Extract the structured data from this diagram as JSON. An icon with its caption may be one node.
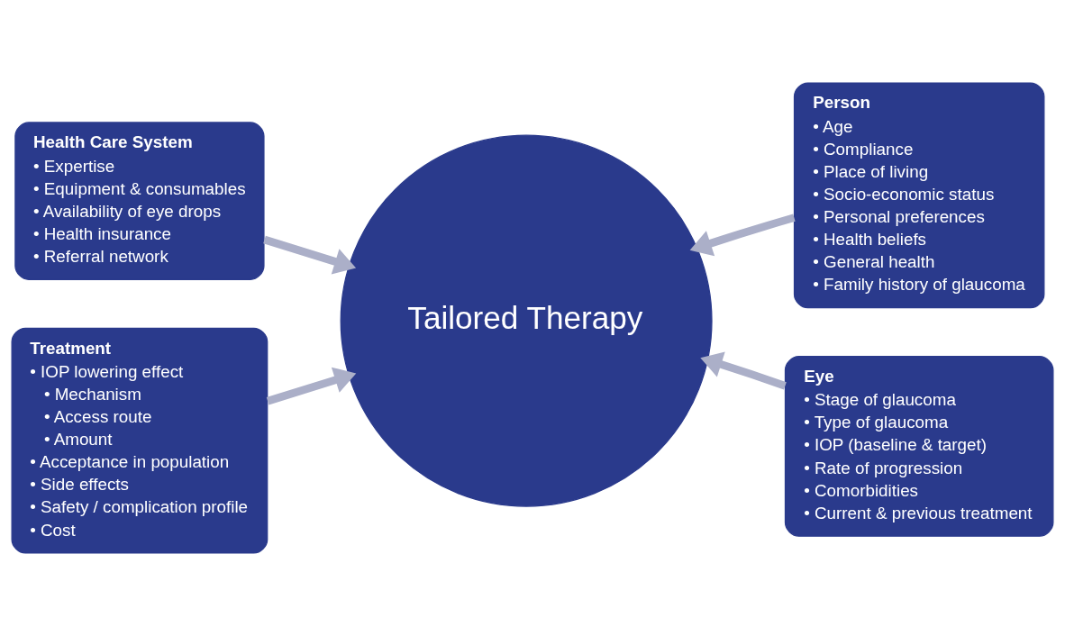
{
  "diagram": {
    "nodes": [
      {
        "text": [
          "Health Care System",
          "• Expertise",
          "• Equipment & consumables",
          "• Availability of eye drops",
          "• Health insurance",
          "• Referral network"
        ]
      },
      {
        "text": [
          "Person",
          "• Age",
          "• Compliance",
          "• Place of living",
          "• Socio-economic status",
          "• Personal preferences",
          "• Health beliefs",
          "• General health",
          "• Family history of glaucoma"
        ]
      },
      {
        "text": [
          "Tailored Therapy"
        ]
      },
      {
        "text": [
          "Treatment",
          "• IOP lowering effect",
          "• Mechanism",
          "• Access route",
          "• Amount",
          "• Acceptance in population",
          "• Side effects",
          "• Safety / complication profile",
          "• Cost"
        ]
      },
      {
        "text": [
          "Eye",
          "• Stage of glaucoma",
          "• Type of glaucoma",
          "• IOP (baseline & target)",
          "• Rate of progression",
          "• Comorbidities",
          "• Current & previous treatment"
        ]
      }
    ],
    "edges": [
      {
        "from": 0,
        "to": 2,
        "arrow": "to"
      },
      {
        "from": 1,
        "to": 2,
        "arrow": "to"
      },
      {
        "from": 3,
        "to": 2,
        "arrow": "to"
      },
      {
        "from": 4,
        "to": 2,
        "arrow": "to"
      }
    ]
  }
}
